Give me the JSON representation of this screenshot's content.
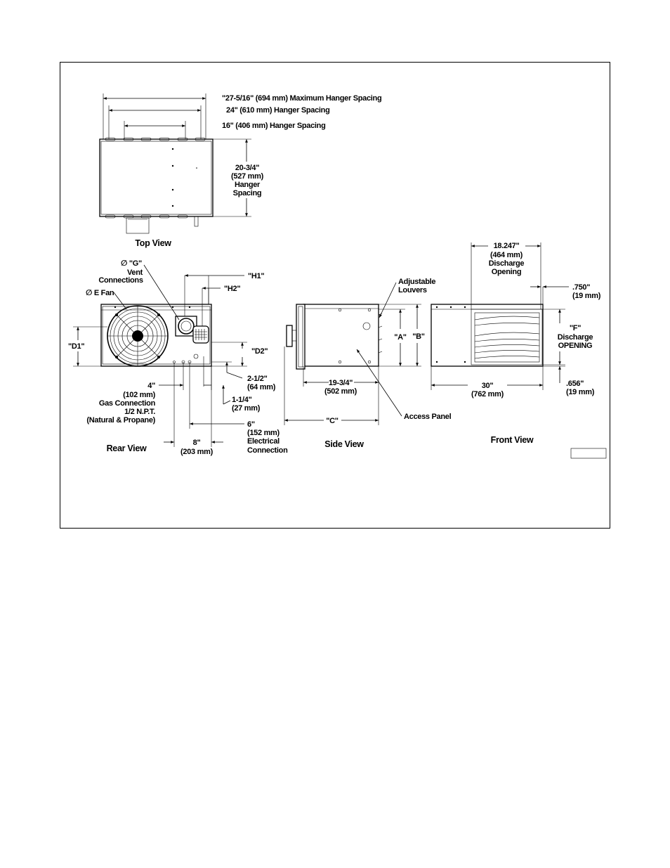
{
  "top_view": {
    "title": "Top View",
    "max_hanger": "\"27-5/16\" (694 mm) Maximum Hanger Spacing",
    "hanger_24": "24\" (610 mm) Hanger Spacing",
    "hanger_16": "16\" (406 mm) Hanger Spacing",
    "depth": [
      "20-3/4\"",
      "(527 mm)",
      "Hanger",
      "Spacing"
    ]
  },
  "rear_view": {
    "title": "Rear View",
    "vent": [
      "∅ \"G\"",
      "Vent",
      "Connections"
    ],
    "fan": "∅ E Fan",
    "h1": "\"H1\"",
    "h2": "\"H2\"",
    "d1": "\"D1\"",
    "d2": "\"D2\"",
    "dim_2_5": [
      "2-1/2\"",
      "(64 mm)"
    ],
    "dim_1_25": [
      "1-1/4\"",
      "(27 mm)"
    ],
    "gas": [
      "4\"",
      "(102 mm)",
      "Gas Connection",
      "1/2 N.P.T.",
      "(Natural & Propane)"
    ],
    "electrical": [
      "6\"",
      "(152 mm)",
      "Electrical",
      "Connection"
    ],
    "dim_8": [
      "8\"",
      "(203 mm)"
    ]
  },
  "side_view": {
    "title": "Side View",
    "louvers": [
      "Adjustable",
      "Louvers"
    ],
    "a": "\"A\"",
    "b": "\"B\"",
    "c": "\"C\"",
    "depth": [
      "19-3/4\"",
      "(502 mm)"
    ],
    "access": "Access Panel"
  },
  "front_view": {
    "title": "Front View",
    "discharge_w": [
      "18.247\"",
      "(464 mm)",
      "Discharge",
      "Opening"
    ],
    "dim_750": [
      ".750\"",
      "(19 mm)"
    ],
    "f": [
      "\"F\"",
      "Discharge",
      "OPENING"
    ],
    "width": [
      "30\"",
      "(762 mm)"
    ],
    "dim_656": [
      ".656\"",
      "(19 mm)"
    ]
  }
}
